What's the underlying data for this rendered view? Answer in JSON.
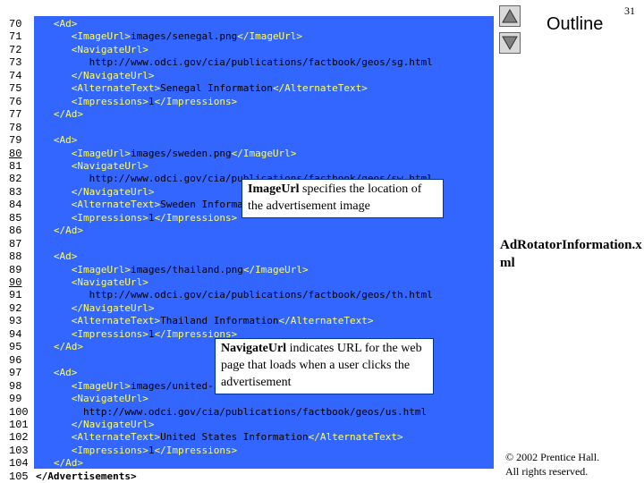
{
  "slide": {
    "page_number": "31",
    "outline_label": "Outline",
    "file_label": "AdRotatorInformation.xml",
    "copyright_line1": "© 2002 Prentice Hall.",
    "copyright_line2": "All rights reserved."
  },
  "nav": {
    "up_icon": "triangle-up-icon",
    "down_icon": "triangle-down-icon"
  },
  "lines": [
    {
      "num": "70",
      "segments": [
        {
          "t": "   ",
          "c": "p"
        },
        {
          "t": "<Ad>",
          "c": "tg"
        }
      ]
    },
    {
      "num": "71",
      "segments": [
        {
          "t": "      ",
          "c": "p"
        },
        {
          "t": "<ImageUrl>",
          "c": "tg"
        },
        {
          "t": "images/senegal.png",
          "c": "tx"
        },
        {
          "t": "</ImageUrl>",
          "c": "tg"
        }
      ]
    },
    {
      "num": "72",
      "segments": [
        {
          "t": "      ",
          "c": "p"
        },
        {
          "t": "<NavigateUrl>",
          "c": "tg"
        }
      ]
    },
    {
      "num": "73",
      "segments": [
        {
          "t": "         ",
          "c": "p"
        },
        {
          "t": "http://www.odci.gov/cia/publications/factbook/geos/sg.html",
          "c": "tx"
        }
      ]
    },
    {
      "num": "74",
      "segments": [
        {
          "t": "      ",
          "c": "p"
        },
        {
          "t": "</NavigateUrl>",
          "c": "tg"
        }
      ]
    },
    {
      "num": "75",
      "segments": [
        {
          "t": "      ",
          "c": "p"
        },
        {
          "t": "<AlternateText>",
          "c": "tg"
        },
        {
          "t": "Senegal Information",
          "c": "tx"
        },
        {
          "t": "</AlternateText>",
          "c": "tg"
        }
      ]
    },
    {
      "num": "76",
      "segments": [
        {
          "t": "      ",
          "c": "p"
        },
        {
          "t": "<Impressions>",
          "c": "tg"
        },
        {
          "t": "1",
          "c": "tx"
        },
        {
          "t": "</Impressions>",
          "c": "tg"
        }
      ]
    },
    {
      "num": "77",
      "segments": [
        {
          "t": "   ",
          "c": "p"
        },
        {
          "t": "</Ad>",
          "c": "tg"
        }
      ]
    },
    {
      "num": "78",
      "segments": []
    },
    {
      "num": "79",
      "segments": [
        {
          "t": "   ",
          "c": "p"
        },
        {
          "t": "<Ad>",
          "c": "tg"
        }
      ]
    },
    {
      "num": "80",
      "u": true,
      "segments": [
        {
          "t": "      ",
          "c": "p"
        },
        {
          "t": "<ImageUrl>",
          "c": "tg"
        },
        {
          "t": "images/sweden.png",
          "c": "tx"
        },
        {
          "t": "</ImageUrl>",
          "c": "tg"
        }
      ]
    },
    {
      "num": "81",
      "segments": [
        {
          "t": "      ",
          "c": "p"
        },
        {
          "t": "<NavigateUrl>",
          "c": "tg"
        }
      ]
    },
    {
      "num": "82",
      "segments": [
        {
          "t": "         ",
          "c": "p"
        },
        {
          "t": "http://www.odci.gov/cia/publications/factbook/geos/sw.html",
          "c": "tx"
        }
      ]
    },
    {
      "num": "83",
      "segments": [
        {
          "t": "      ",
          "c": "p"
        },
        {
          "t": "</NavigateUrl>",
          "c": "tg"
        }
      ]
    },
    {
      "num": "84",
      "segments": [
        {
          "t": "      ",
          "c": "p"
        },
        {
          "t": "<AlternateText>",
          "c": "tg"
        },
        {
          "t": "Sweden Information",
          "c": "tx"
        },
        {
          "t": "</AlternateText>",
          "c": "tg"
        }
      ]
    },
    {
      "num": "85",
      "segments": [
        {
          "t": "      ",
          "c": "p"
        },
        {
          "t": "<Impressions>",
          "c": "tg"
        },
        {
          "t": "1",
          "c": "tx"
        },
        {
          "t": "</Impressions>",
          "c": "tg"
        }
      ]
    },
    {
      "num": "86",
      "segments": [
        {
          "t": "   ",
          "c": "p"
        },
        {
          "t": "</Ad>",
          "c": "tg"
        }
      ]
    },
    {
      "num": "87",
      "segments": []
    },
    {
      "num": "88",
      "segments": [
        {
          "t": "   ",
          "c": "p"
        },
        {
          "t": "<Ad>",
          "c": "tg"
        }
      ]
    },
    {
      "num": "89",
      "segments": [
        {
          "t": "      ",
          "c": "p"
        },
        {
          "t": "<ImageUrl>",
          "c": "tg"
        },
        {
          "t": "images/thailand.png",
          "c": "tx"
        },
        {
          "t": "</ImageUrl>",
          "c": "tg"
        }
      ]
    },
    {
      "num": "90",
      "u": true,
      "segments": [
        {
          "t": "      ",
          "c": "p"
        },
        {
          "t": "<NavigateUrl>",
          "c": "tg"
        }
      ]
    },
    {
      "num": "91",
      "segments": [
        {
          "t": "         ",
          "c": "p"
        },
        {
          "t": "http://www.odci.gov/cia/publications/factbook/geos/th.html",
          "c": "tx"
        }
      ]
    },
    {
      "num": "92",
      "segments": [
        {
          "t": "      ",
          "c": "p"
        },
        {
          "t": "</NavigateUrl>",
          "c": "tg"
        }
      ]
    },
    {
      "num": "93",
      "segments": [
        {
          "t": "      ",
          "c": "p"
        },
        {
          "t": "<AlternateText>",
          "c": "tg"
        },
        {
          "t": "Thailand Information",
          "c": "tx"
        },
        {
          "t": "</AlternateText>",
          "c": "tg"
        }
      ]
    },
    {
      "num": "94",
      "segments": [
        {
          "t": "      ",
          "c": "p"
        },
        {
          "t": "<Impressions>",
          "c": "tg"
        },
        {
          "t": "1",
          "c": "tx"
        },
        {
          "t": "</Impressions>",
          "c": "tg"
        }
      ]
    },
    {
      "num": "95",
      "segments": [
        {
          "t": "   ",
          "c": "p"
        },
        {
          "t": "</Ad>",
          "c": "tg"
        }
      ]
    },
    {
      "num": "96",
      "segments": []
    },
    {
      "num": "97",
      "segments": [
        {
          "t": "   ",
          "c": "p"
        },
        {
          "t": "<Ad>",
          "c": "tg"
        }
      ]
    },
    {
      "num": "98",
      "segments": [
        {
          "t": "      ",
          "c": "p"
        },
        {
          "t": "<ImageUrl>",
          "c": "tg"
        },
        {
          "t": "images/united-states.png",
          "c": "tx"
        },
        {
          "t": "</ImageUrl>",
          "c": "tg"
        }
      ]
    },
    {
      "num": "99",
      "segments": [
        {
          "t": "      ",
          "c": "p"
        },
        {
          "t": "<NavigateUrl>",
          "c": "tg"
        }
      ]
    },
    {
      "num": "100",
      "segments": [
        {
          "t": "        ",
          "c": "p"
        },
        {
          "t": "http://www.odci.gov/cia/publications/factbook/geos/us.html",
          "c": "tx"
        }
      ]
    },
    {
      "num": "101",
      "segments": [
        {
          "t": "      ",
          "c": "p"
        },
        {
          "t": "</NavigateUrl>",
          "c": "tg"
        }
      ]
    },
    {
      "num": "102",
      "segments": [
        {
          "t": "      ",
          "c": "p"
        },
        {
          "t": "<AlternateText>",
          "c": "tg"
        },
        {
          "t": "United States Information",
          "c": "tx"
        },
        {
          "t": "</AlternateText>",
          "c": "tg"
        }
      ]
    },
    {
      "num": "103",
      "segments": [
        {
          "t": "      ",
          "c": "p"
        },
        {
          "t": "<Impressions>",
          "c": "tg"
        },
        {
          "t": "1",
          "c": "tx"
        },
        {
          "t": "</Impressions>",
          "c": "tg"
        }
      ]
    },
    {
      "num": "104",
      "segments": [
        {
          "t": "   ",
          "c": "p"
        },
        {
          "t": "</Ad>",
          "c": "tg"
        }
      ]
    },
    {
      "num": "105",
      "last": true,
      "segments": [
        {
          "t": "</Advertisements>",
          "c": "tg"
        }
      ]
    }
  ],
  "callouts": [
    {
      "key": "ImageUrl",
      "text": " specifies the location of the advertisement image"
    },
    {
      "key": "NavigateUrl",
      "text": " indicates URL for the web page that loads when a user clicks the advertisement"
    }
  ]
}
